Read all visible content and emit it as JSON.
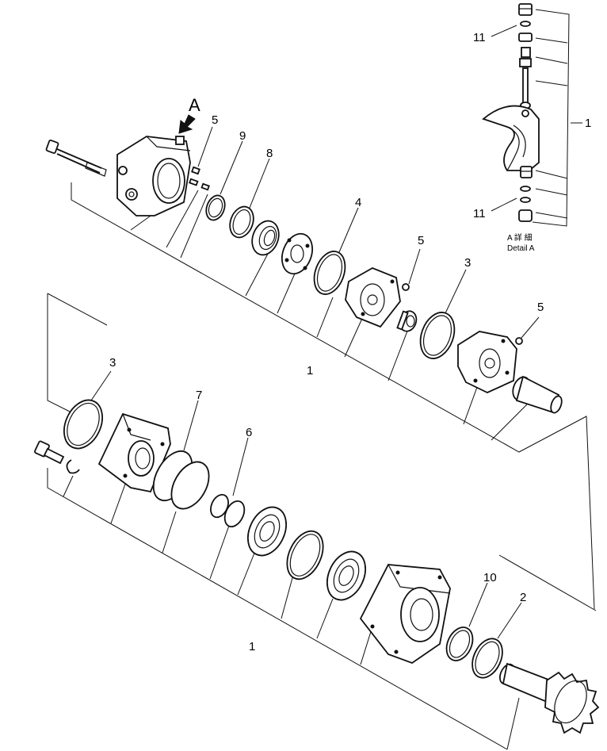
{
  "diagram": {
    "callouts": {
      "view_marker": "A",
      "detail_a_jp": "A 詳 細",
      "detail_a_en": "Detail A",
      "p11_top": "11",
      "p11_bottom": "11",
      "p1_detail": "1",
      "p5_a": "5",
      "p9": "9",
      "p8": "8",
      "p4": "4",
      "p5_b": "5",
      "p3_right": "3",
      "p5_c": "5",
      "p1_upper": "1",
      "p3_left": "3",
      "p7": "7",
      "p6": "6",
      "p10": "10",
      "p2": "2",
      "p1_lower": "1"
    }
  }
}
